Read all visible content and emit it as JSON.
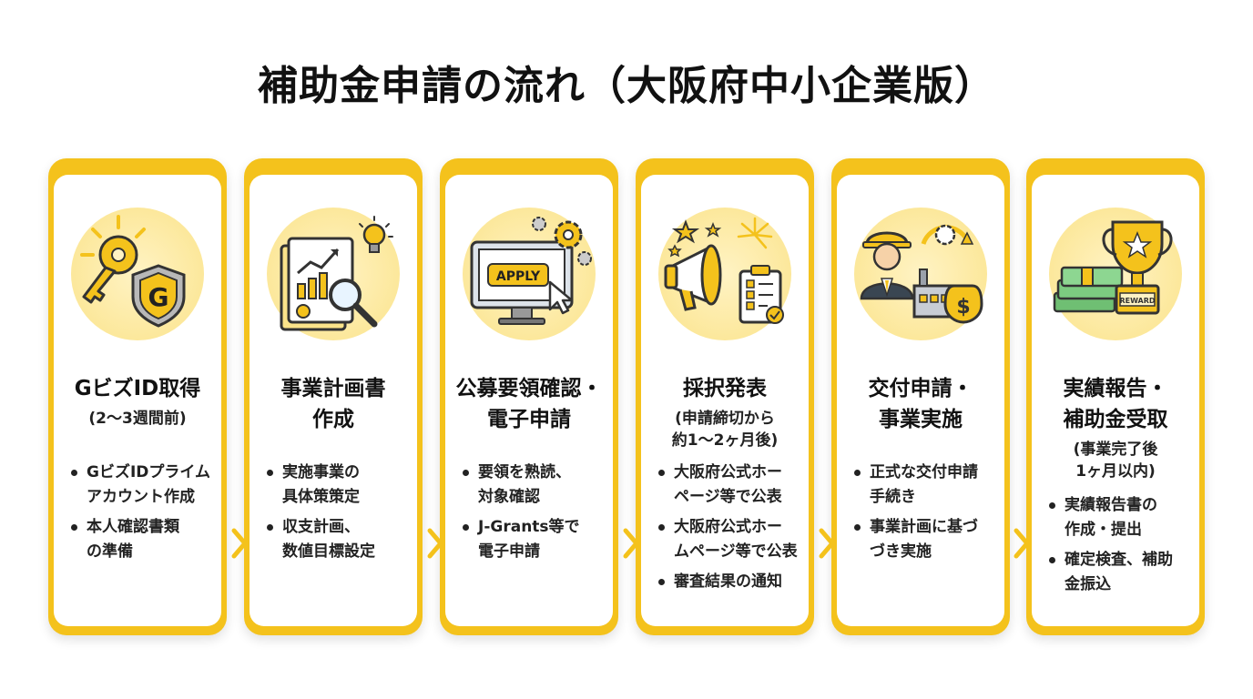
{
  "title": "補助金申請の流れ（大阪府中小企業版）",
  "colors": {
    "accent": "#F4C21C",
    "icon_bg": "#FBE38A",
    "text": "#111111"
  },
  "steps": [
    {
      "icon": "key-shield-icon",
      "title": "GビズID取得",
      "subtitle": "(2〜3週間前)",
      "bullets": [
        "GビズIDプライム\nアカウント作成",
        "本人確認書類\nの準備"
      ]
    },
    {
      "icon": "business-plan-document-icon",
      "title": "事業計画書\n作成",
      "subtitle": "",
      "bullets": [
        "実施事業の\n具体策策定",
        "収支計画、\n数値目標設定"
      ]
    },
    {
      "icon": "computer-apply-icon",
      "title": "公募要領確認・\n電子申請",
      "subtitle": "",
      "apply_label": "APPLY",
      "bullets": [
        "要領を熟読、\n対象確認",
        "J-Grants等で\n電子申請"
      ]
    },
    {
      "icon": "megaphone-announcement-icon",
      "title": "採択発表",
      "subtitle": "(申請締切から\n約1〜2ヶ月後)",
      "bullets": [
        "大阪府公式ホー\nページ等で公表",
        "大阪府公式ホー\nムページ等で公表",
        "審査結果の通知"
      ]
    },
    {
      "icon": "worker-factory-money-icon",
      "title": "交付申請・\n事業実施",
      "subtitle": "",
      "bullets": [
        "正式な交付申請\n手続き",
        "事業計画に基づ\nづき実施"
      ]
    },
    {
      "icon": "trophy-reward-icon",
      "title": "実績報告・\n補助金受取",
      "subtitle": "(事業完了後\n1ヶ月以内)",
      "reward_label": "REWARD",
      "bullets": [
        "実績報告書の\n作成・提出",
        "確定検査、補助\n金振込"
      ]
    }
  ]
}
